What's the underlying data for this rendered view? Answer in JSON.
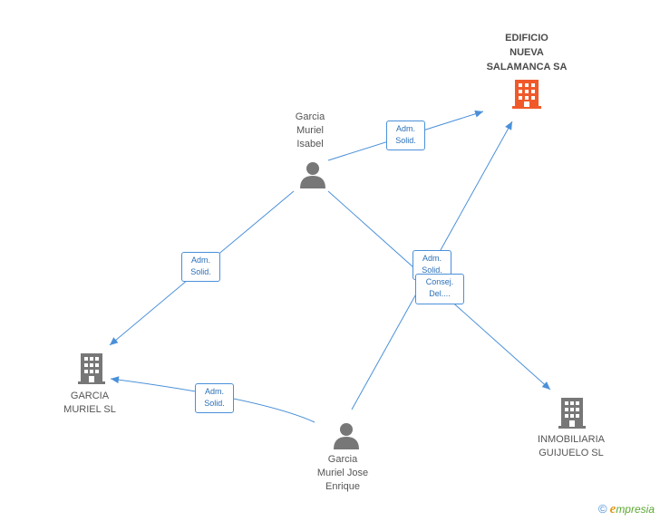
{
  "nodes": {
    "edificio": {
      "label": "EDIFICIO\nNUEVA\nSALAMANCA SA",
      "icon": "building-icon",
      "color": "#f0592a"
    },
    "isabel": {
      "label": "Garcia\nMuriel\nIsabel",
      "icon": "person-icon",
      "color": "#777777"
    },
    "garcia_sl": {
      "label": "GARCIA\nMURIEL SL",
      "icon": "building-icon",
      "color": "#777777"
    },
    "inmobiliaria": {
      "label": "INMOBILIARIA\nGUIJUELO SL",
      "icon": "building-icon",
      "color": "#777777"
    },
    "jose": {
      "label": "Garcia\nMuriel Jose\nEnrique",
      "icon": "person-icon",
      "color": "#777777"
    }
  },
  "edges": [
    {
      "label": "Adm.\nSolid."
    },
    {
      "label": "Adm.\nSolid."
    },
    {
      "label": "Adm.\nSolid."
    },
    {
      "label": "Consej.\nDel...."
    },
    {
      "label": "Adm.\nSolid."
    }
  ],
  "colors": {
    "edge": "#4a90d9",
    "edge_label_text": "#2a6fb8"
  },
  "brand": {
    "copyright": "©",
    "e": "e",
    "rest": "mpresia"
  }
}
